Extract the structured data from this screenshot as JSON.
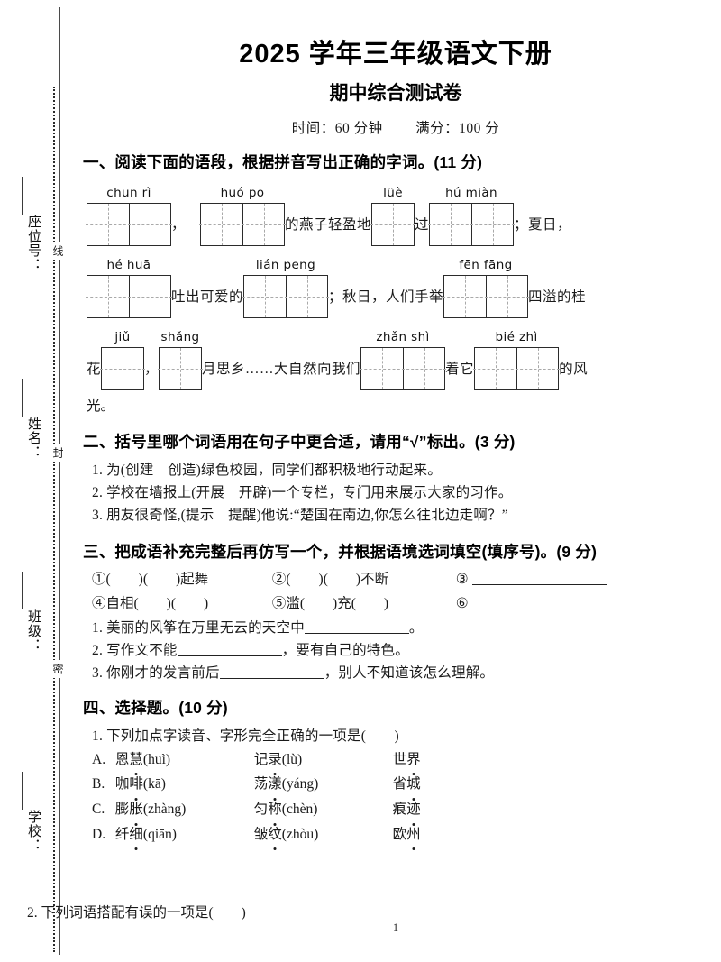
{
  "header": {
    "title": "2025 学年三年级语文下册",
    "subtitle": "期中综合测试卷",
    "time": "时间：60 分钟",
    "total": "满分：100 分"
  },
  "margin_rail": {
    "seal_chars": [
      "线",
      "封",
      "密"
    ],
    "fields": [
      "座位号：",
      "姓名：",
      "班级：",
      "学校："
    ]
  },
  "sections": {
    "one": {
      "heading": "一、阅读下面的语段，根据拼音写出正确的字词。(11 分)",
      "row1": {
        "g1_pinyin": "chūn rì",
        "g1_cells": 2,
        "t1": "，",
        "g2_pinyin": "huó pō",
        "g2_cells": 2,
        "t2": "的燕子轻盈地",
        "g3_pinyin": "lüè",
        "g3_cells": 1,
        "t3": "过",
        "g4_pinyin": "hú miàn",
        "g4_cells": 2,
        "t4": "；夏日，"
      },
      "row2": {
        "g1_pinyin": "hé huā",
        "g1_cells": 2,
        "t1": "吐出可爱的",
        "g2_pinyin": "lián peng",
        "g2_cells": 2,
        "t2": "；秋日，人们手举",
        "g3_pinyin": "fēn fāng",
        "g3_cells": 2,
        "t3": "四溢的桂"
      },
      "row3": {
        "t0": "花",
        "g1_pinyin": "jiǔ",
        "g1_cells": 1,
        "t1": "，",
        "g2_pinyin": "shǎng",
        "g2_cells": 1,
        "t2": "月思乡……大自然向我们",
        "g3_pinyin": "zhǎn shì",
        "g3_cells": 2,
        "t3": "着它",
        "g4_pinyin": "bié zhì",
        "g4_cells": 2,
        "t4": "的风"
      },
      "tail": "光。"
    },
    "two": {
      "heading": "二、括号里哪个词语用在句子中更合适，请用“√”标出。(3 分)",
      "items": [
        "1. 为(创建　创造)绿色校园，同学们都积极地行动起来。",
        "2. 学校在墙报上(开展　开辟)一个专栏，专门用来展示大家的习作。",
        "3. 朋友很奇怪,(提示　提醒)他说:“楚国在南边,你怎么往北边走啊？”"
      ]
    },
    "three": {
      "heading": "三、把成语补充完整后再仿写一个，并根据语境选词填空(填序号)。(9 分)",
      "idioms_row1": {
        "a": "①(　　)(　　)起舞",
        "b": "②(　　)(　　)不断",
        "c_num": "③"
      },
      "idioms_row2": {
        "a": "④自相(　　)(　　)",
        "b": "⑤滥(　　)充(　　)",
        "c_num": "⑥"
      },
      "fills": [
        {
          "pre": "1. 美丽的风筝在万里无云的天空中",
          "post": "。"
        },
        {
          "pre": "2. 写作文不能",
          "post": "，要有自己的特色。"
        },
        {
          "pre": "3. 你刚才的发言前后",
          "post": "，别人不知道该怎么理解。"
        }
      ]
    },
    "four": {
      "heading": "四、选择题。(10 分)",
      "q1": "1. 下列加点字读音、字形完全正确的一项是(　　)",
      "choices": [
        {
          "label": "A.",
          "c1_pre": "恩",
          "c1_dot": "慧",
          "c1_post": "(huì)",
          "c2_pre": "记",
          "c2_dot": "录",
          "c2_post": "(lù)",
          "c3_pre": "世",
          "c3_dot": "界",
          "c3_post": ""
        },
        {
          "label": "B.",
          "c1_pre": "咖",
          "c1_dot": "啡",
          "c1_post": "(kā)",
          "c2_pre": "荡",
          "c2_dot": "漾",
          "c2_post": "(yáng)",
          "c3_pre": "省",
          "c3_dot": "城",
          "c3_post": ""
        },
        {
          "label": "C.",
          "c1_pre": "膨",
          "c1_dot": "胀",
          "c1_post": "(zhàng)",
          "c2_pre": "匀",
          "c2_dot": "称",
          "c2_post": "(chèn)",
          "c3_pre": "痕",
          "c3_dot": "迹",
          "c3_post": ""
        },
        {
          "label": "D.",
          "c1_pre": "纤",
          "c1_dot": "细",
          "c1_post": "(qiān)",
          "c2_pre": "皱",
          "c2_dot": "纹",
          "c2_post": "(zhòu)",
          "c3_pre": "欧",
          "c3_dot": "州",
          "c3_post": ""
        }
      ],
      "q2": "2. 下列词语搭配有误的一项是(　　)"
    }
  },
  "footer": {
    "page_number": "1"
  }
}
